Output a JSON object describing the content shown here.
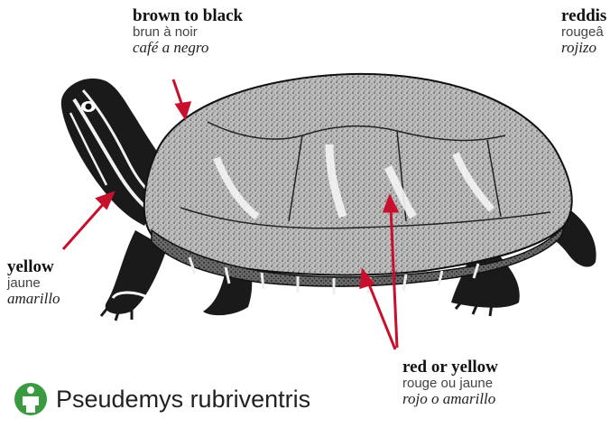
{
  "labels": {
    "shell_top": {
      "en": "brown to black",
      "fr": "brun à noir",
      "es": "café a negro"
    },
    "right_edge": {
      "en": "reddis",
      "fr": "rougeâ",
      "es": "rojizo"
    },
    "head": {
      "en": "yellow",
      "fr": "jaune",
      "es": "amarillo"
    },
    "plastron": {
      "en": "red or yellow",
      "fr": "rouge ou jaune",
      "es": "rojo o amarillo"
    }
  },
  "species_name": "Pseudemys rubriventris",
  "icons": {
    "species_badge": "person-in-circle-icon"
  },
  "colors": {
    "arrow": "#c8102e",
    "badge": "#3a9a3f",
    "shell_dark": "#1a1a1a",
    "shell_light": "#d9d9d9"
  }
}
